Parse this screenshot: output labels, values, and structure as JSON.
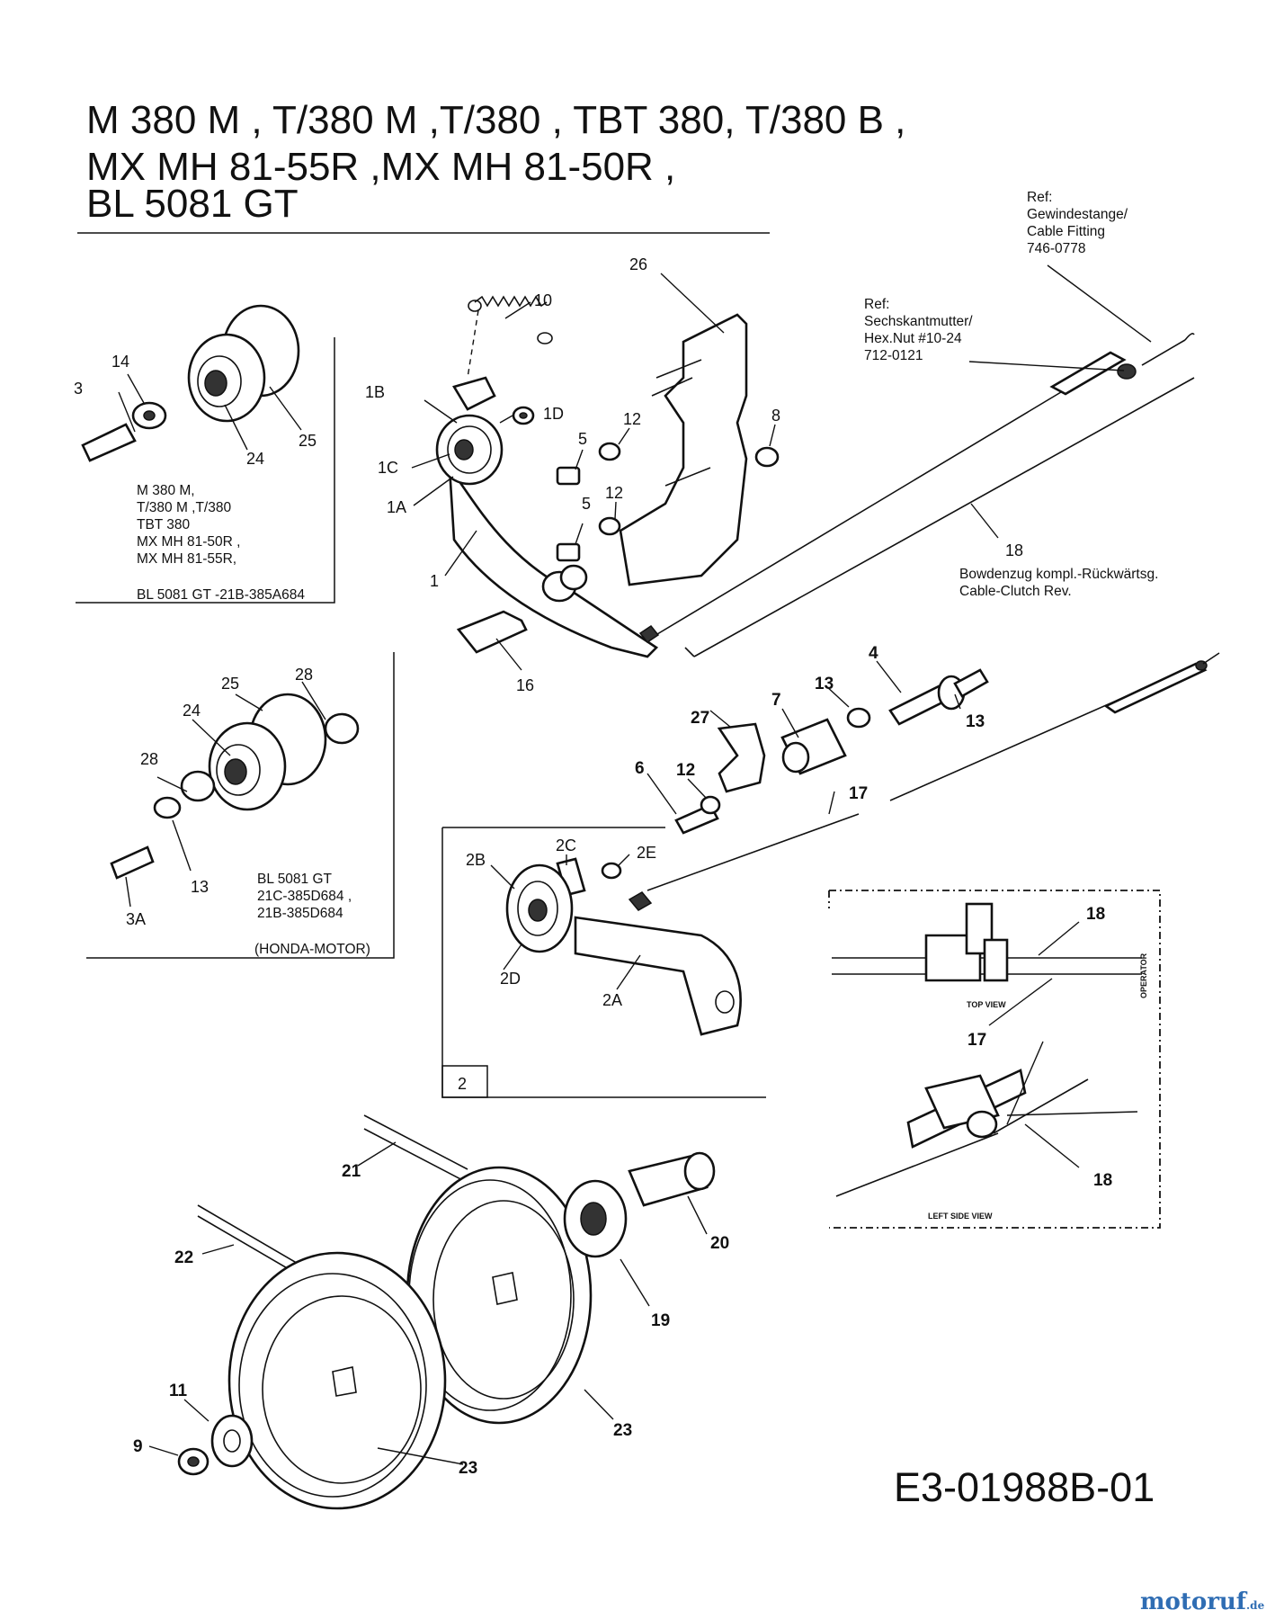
{
  "title_lines": [
    "M 380 M , T/380 M  ,T/380 , TBT 380, T/380 B ,",
    "MX MH 81-55R ,MX MH 81-50R ,",
    "BL 5081 GT"
  ],
  "refs": {
    "cable_fitting": [
      "Ref:",
      "Gewindestange/",
      "Cable Fitting",
      "746-0778"
    ],
    "hex_nut": [
      "Ref:",
      "Sechskantmutter/",
      "Hex.Nut #10-24",
      "712-0121"
    ]
  },
  "cable_desc": [
    "Bowdenzug kompl.-Rückwärtsg.",
    "Cable-Clutch Rev."
  ],
  "box1_models": [
    "M 380 M,",
    "T/380 M ,T/380",
    "TBT 380",
    "MX MH 81-50R ,",
    "MX MH 81-55R,"
  ],
  "box1_code": "BL 5081 GT -21B-385A684",
  "box2_models": [
    "BL 5081 GT",
    "21C-385D684 ,",
    "21B-385D684"
  ],
  "box2_engine": "(HONDA-MOTOR)",
  "detail_box_number": "2",
  "view_labels": {
    "top": "TOP VIEW",
    "left": "LEFT SIDE VIEW",
    "operator": "OPERATOR"
  },
  "drawing_number": "E3-01988B-01",
  "watermark": {
    "name": "motoruf",
    "tld": ".de"
  },
  "part_labels": {
    "p10": "10",
    "p26": "26",
    "p1B": "1B",
    "p1D": "1D",
    "p1C": "1C",
    "p1A": "1A",
    "p1": "1",
    "p5a": "5",
    "p5b": "5",
    "p12a": "12",
    "p12b": "12",
    "p8": "8",
    "p16": "16",
    "p18": "18",
    "p3": "3",
    "p14": "14",
    "p24a": "24",
    "p25a": "25",
    "p25b": "25",
    "p28a": "28",
    "p24b": "24",
    "p28b": "28",
    "p13a": "13",
    "p3A": "3A",
    "p4": "4",
    "p13b": "13",
    "p13c": "13",
    "p7": "7",
    "p27": "27",
    "p6": "6",
    "p12c": "12",
    "p17": "17",
    "p2B": "2B",
    "p2C": "2C",
    "p2E": "2E",
    "p2D": "2D",
    "p2A": "2A",
    "p18b": "18",
    "p17b": "17",
    "p18c": "18",
    "p21": "21",
    "p22": "22",
    "p20": "20",
    "p19": "19",
    "p23a": "23",
    "p23b": "23",
    "p11": "11",
    "p9": "9"
  }
}
